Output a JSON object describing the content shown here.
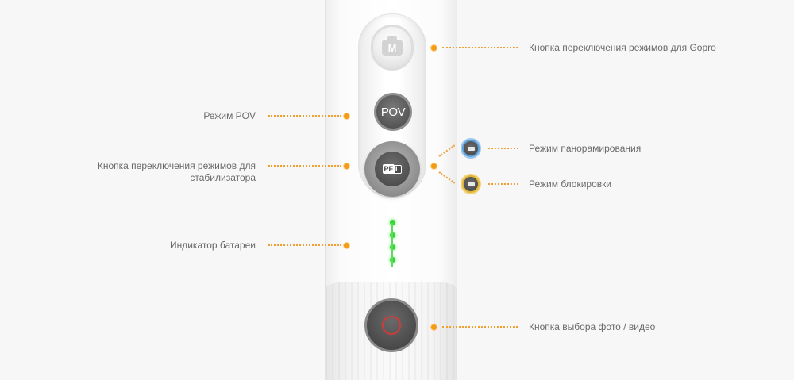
{
  "device": {
    "mode_button_letter": "M",
    "pov_button_label": "POV",
    "stabilizer_button_icon": {
      "left": "PF",
      "right": "L"
    },
    "battery_levels_lit": 4
  },
  "callouts": {
    "gopro_mode_button": "Кнопка переключения режимов для Gopro",
    "pov_mode": "Режим POV",
    "stabilizer_mode_button_line1": "Кнопка переключения режимов для",
    "stabilizer_mode_button_line2": "стабилизатора",
    "pan_mode": "Режим панорамирования",
    "lock_mode": "Режим блокировки",
    "battery_indicator": "Индикатор батареи",
    "photo_video_button": "Кнопка выбора фото / видео"
  },
  "colors": {
    "background": "#f7f7f7",
    "accent_orange": "#f29c18",
    "label_text": "#6a6a6a",
    "battery_green": "#34d534",
    "pan_blue": "#5b9fd9",
    "lock_yellow": "#e0b535",
    "shutter_red": "#d43a3a"
  }
}
